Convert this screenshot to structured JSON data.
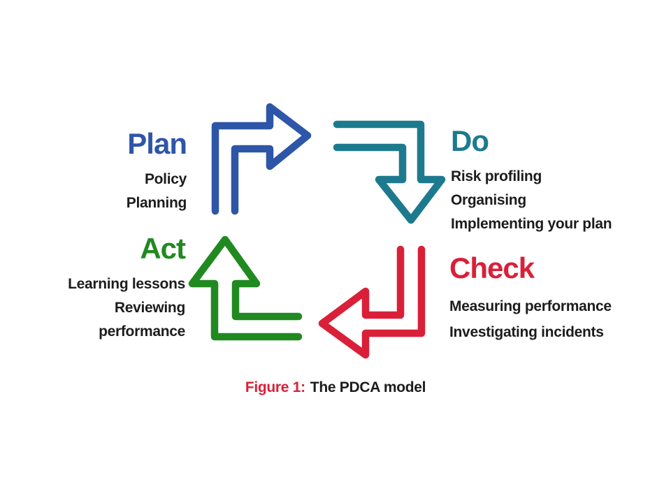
{
  "figure": {
    "background_color": "#ffffff",
    "text_color": "#1c1c1c"
  },
  "quadrants": [
    {
      "id": "plan",
      "label": "Plan",
      "color": "#2e56a8",
      "arrow_icon": "bent-arrow-turn-right-icon",
      "items": [
        "Policy",
        "Planning"
      ]
    },
    {
      "id": "do",
      "label": "Do",
      "color": "#1d7a8e",
      "arrow_icon": "bent-arrow-turn-down-icon",
      "items": [
        "Risk profiling",
        "Organising",
        "Implementing your plan"
      ]
    },
    {
      "id": "act",
      "label": "Act",
      "color": "#208a20",
      "arrow_icon": "bent-arrow-turn-up-icon",
      "items": [
        "Learning lessons",
        "Reviewing",
        "performance"
      ]
    },
    {
      "id": "check",
      "label": "Check",
      "color": "#d92038",
      "arrow_icon": "bent-arrow-turn-left-icon",
      "items": [
        "Measuring performance",
        "Investigating incidents"
      ]
    }
  ],
  "caption": {
    "figure_label": "Figure 1:",
    "figure_label_color": "#d92038",
    "title": "The PDCA model"
  }
}
